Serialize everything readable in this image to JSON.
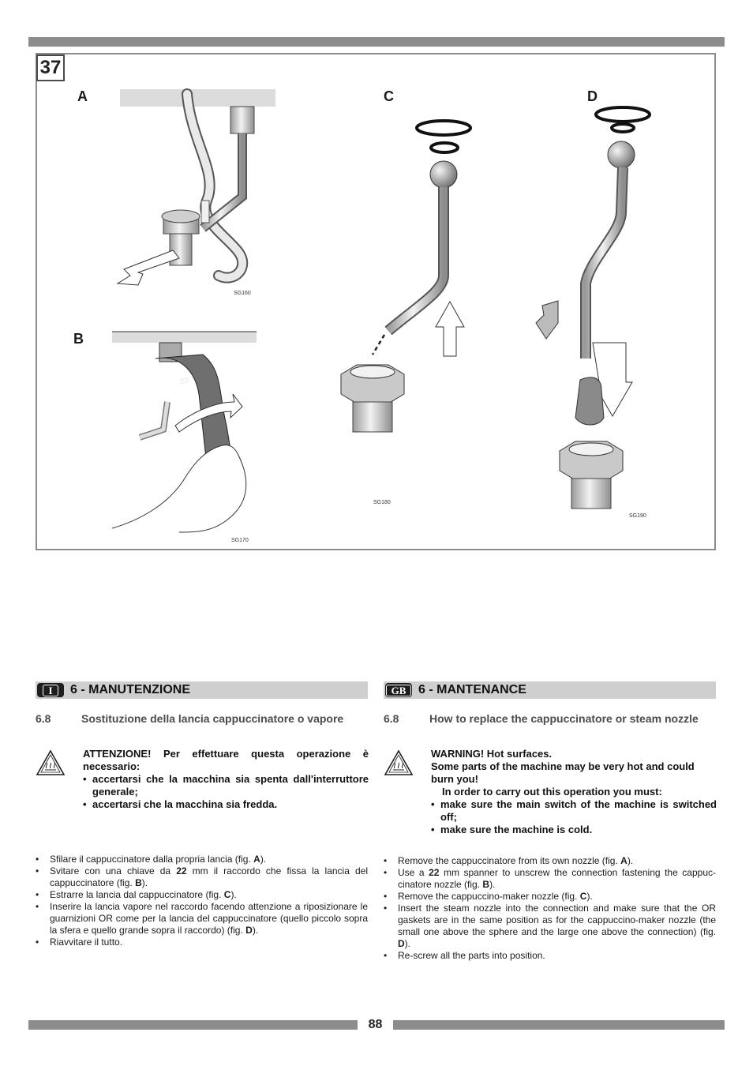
{
  "figure": {
    "number": "37",
    "panels": [
      {
        "letter": "A",
        "code": "SG160"
      },
      {
        "letter": "B",
        "code": "SG170"
      },
      {
        "letter": "C",
        "code": "SG180"
      },
      {
        "letter": "D",
        "code": "SG190"
      }
    ],
    "spanner_size": "22"
  },
  "italian": {
    "lang_badge": "I",
    "section_title": "6 - MANUTENZIONE",
    "sub_number": "6.8",
    "sub_title": "Sostituzione della lancia cappuccinatore o vapore",
    "warning_lead": "ATTENZIONE! Per effettuare questa operazione è necessario:",
    "warning_items": [
      "accertarsi che la macchina sia spenta dall'interruttore generale;",
      "accertarsi che la macchina sia fredda."
    ],
    "steps": [
      {
        "a": "Sfilare il cappuccinatore dalla propria lancia (fig. ",
        "b": "A",
        "c": ")."
      },
      {
        "a": "Svitare con una chiave da ",
        "b": "22",
        "c": " mm il raccordo che fissa la lancia del cappuccinatore (fig. ",
        "d": "B",
        "e": ")."
      },
      {
        "a": "Estrarre la lancia dal cappuccinatore (fig. ",
        "b": "C",
        "c": ")."
      },
      {
        "a": "Inserire la lancia vapore nel raccordo facendo attenzione a riposizionare le guarnizioni OR come per la lancia del cappuccinatore (quello piccolo sopra la sfera e quello grande sopra il raccordo) (fig. ",
        "b": "D",
        "c": ")."
      },
      {
        "a": "Riavvitare il tutto."
      }
    ]
  },
  "english": {
    "lang_badge": "GB",
    "section_title": "6 - MANTENANCE",
    "sub_number": "6.8",
    "sub_title": "How to replace the cappuccinatore or steam nozzle",
    "warning_line1": "WARNING! Hot surfaces.",
    "warning_line2": "Some parts of the machine may be very hot and could burn you!",
    "warning_line3": "In order to carry out this operation you must:",
    "warning_items": [
      "make sure the main switch of the machine is switched off;",
      "make sure the machine is cold."
    ],
    "steps": [
      {
        "a": "Remove the cappuccinatore from its own nozzle (fig. ",
        "b": "A",
        "c": ")."
      },
      {
        "a": "Use a ",
        "b": "22",
        "c": " mm spanner to unscrew the connection fastening the cappuc-cinatore nozzle (fig. ",
        "d": "B",
        "e": ")."
      },
      {
        "a": "Remove the cappuccino-maker nozzle (fig. ",
        "b": "C",
        "c": ")."
      },
      {
        "a": "Insert the steam nozzle into the connection and make sure that the OR gaskets are in the same position as for the cappuccino-maker nozzle (the small one above the sphere and the large one above the connection) (fig. ",
        "b": "D",
        "c": ")."
      },
      {
        "a": "Re-screw all the parts into position."
      }
    ]
  },
  "page_number": "88"
}
